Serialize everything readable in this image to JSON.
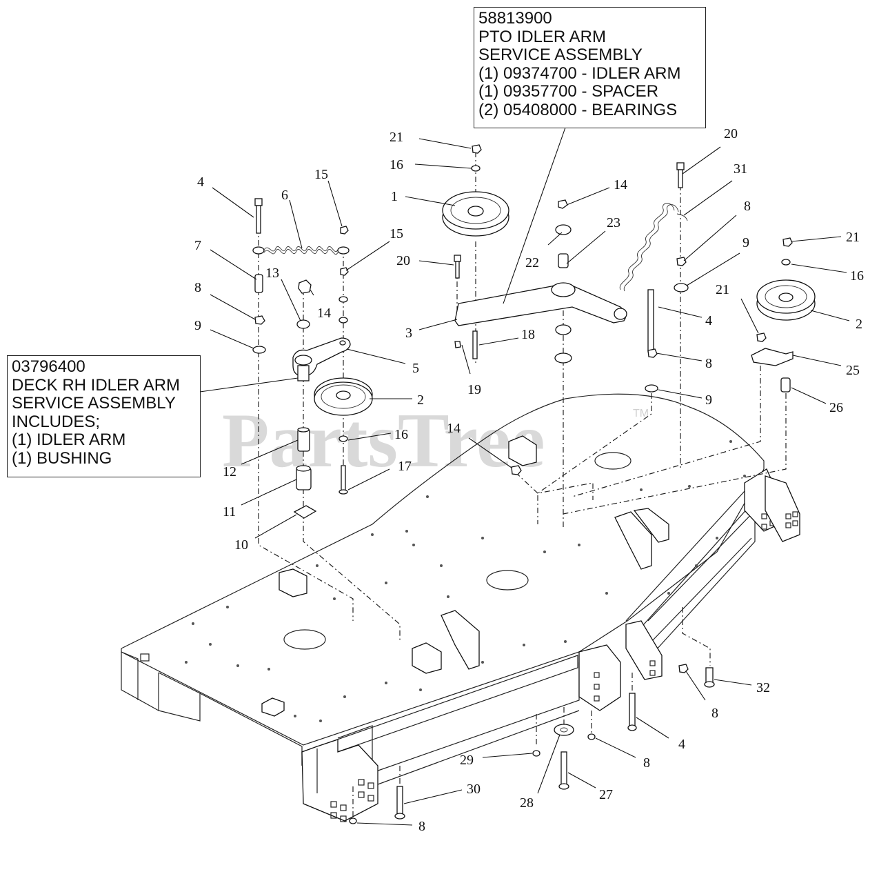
{
  "assembly_boxes": {
    "pto": {
      "lines": [
        "58813900",
        "PTO IDLER ARM",
        "SERVICE ASSEMBLY",
        "(1) 09374700 - IDLER ARM",
        "(1) 09357700 - SPACER",
        "(2) 05408000 - BEARINGS"
      ]
    },
    "rh": {
      "lines": [
        "03796400",
        "DECK RH IDLER ARM",
        "SERVICE ASSEMBLY",
        "INCLUDES;",
        "(1) IDLER ARM",
        "(1) BUSHING"
      ]
    }
  },
  "watermark": {
    "text": "PartsTree",
    "tm": "TM"
  },
  "callouts": [
    "21",
    "16",
    "1",
    "15",
    "15",
    "4",
    "6",
    "7",
    "13",
    "14",
    "8",
    "9",
    "5",
    "2",
    "12",
    "16",
    "17",
    "11",
    "10",
    "20",
    "3",
    "19",
    "18",
    "14",
    "22",
    "23",
    "14",
    "20",
    "31",
    "8",
    "9",
    "4",
    "8",
    "9",
    "21",
    "21",
    "16",
    "2",
    "25",
    "26",
    "32",
    "8",
    "4",
    "8",
    "29",
    "28",
    "27",
    "30",
    "8"
  ]
}
